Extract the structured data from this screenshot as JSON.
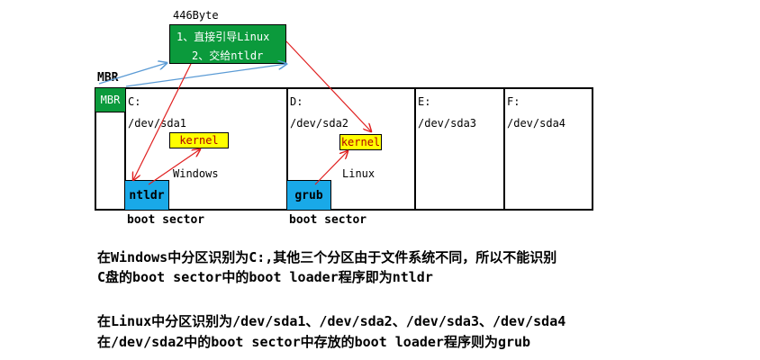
{
  "boot_code": {
    "size_label": "446Byte",
    "line1": "1、直接引导Linux",
    "line2": "2、交给ntldr"
  },
  "mbr": {
    "outer_label": "MBR",
    "box_label": "MBR"
  },
  "partitions": [
    {
      "letter": "C:",
      "device": "/dev/sda1"
    },
    {
      "letter": "D:",
      "device": "/dev/sda2"
    },
    {
      "letter": "E:",
      "device": "/dev/sda3"
    },
    {
      "letter": "F:",
      "device": "/dev/sda4"
    }
  ],
  "windows_part": {
    "kernel": "kernel",
    "os_label": "Windows",
    "loader": "ntldr",
    "sector_label": "boot sector"
  },
  "linux_part": {
    "kernel": "kernel",
    "os_label": "Linux",
    "loader": "grub",
    "sector_label": "boot sector"
  },
  "notes": [
    "在Windows中分区识别为C:,其他三个分区由于文件系统不同，所以不能识别",
    "C盘的boot sector中的boot loader程序即为ntldr",
    "在Linux中分区识别为/dev/sda1、/dev/sda2、/dev/sda3、/dev/sda4",
    "在/dev/sda2中的boot sector中存放的boot loader程序则为grub"
  ],
  "colors": {
    "boot_code": "#0b9a3c",
    "kernel": "#ffff00",
    "loader": "#19a9e8",
    "arrow_red": "#e02020",
    "arrow_blue": "#5b9bd5"
  }
}
